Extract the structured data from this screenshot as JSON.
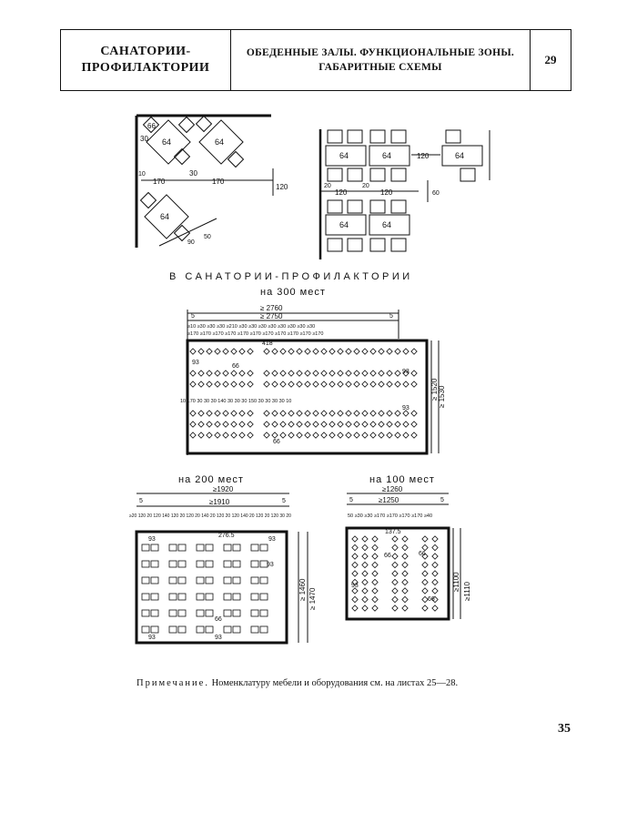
{
  "header": {
    "section_line1": "САНАТОРИИ-",
    "section_line2": "ПРОФИЛАКТОРИИ",
    "title_line1": "ОБЕДЕННЫЕ ЗАЛЫ. ФУНКЦИОНАЛЬНЫЕ ЗОНЫ.",
    "title_line2": "ГАБАРИТНЫЕ СХЕМЫ",
    "sheet_number": "29"
  },
  "diagrams": {
    "main_title": "В САНАТОРИИ-ПРОФИЛАКТОРИИ",
    "hall_300": "на 300 мест",
    "hall_200": "на 200 мест",
    "hall_100": "на 100 мест",
    "diag_labels": {
      "t66": "66",
      "t64": "64",
      "t30": "30",
      "t170": "170",
      "t120": "120",
      "t10": "10",
      "t90": "90",
      "t50": "50",
      "t20": "20",
      "t60": "60"
    },
    "dims_300": {
      "w_outer": "≥ 2760",
      "w_inner": "≥ 2750",
      "edge5": "5",
      "edge10": "10",
      "h_outer": "≥ 1530",
      "h_inner": "≥ 1520",
      "seat93": "93",
      "seat66": "66",
      "top_row": "≥10 ≥30 ≥30 ≥30 ≥210 ≥30 ≥30 ≥30 ≥30 ≥30 ≥30 ≥30 ≥30",
      "top_row2": "≥170 ≥170 ≥170 ≥170 ≥170 ≥170 ≥170 ≥170 ≥170 ≥170 ≥170",
      "mid": "418",
      "mid_row": "10 170 30 30 30 140 30 30 30 150 30 30 30 30 10"
    },
    "dims_200": {
      "w_outer": "≥1920",
      "w_inner": "≥1910",
      "edge5": "5",
      "h_outer": "≥ 1470",
      "h_inner": "≥ 1460",
      "seat93": "93",
      "seat66": "66",
      "top_row": "≥20 120 20 120 140 120 20 120 20 140 20 120 20 120 140 20 120 20 120 30 20",
      "mid": "276.5"
    },
    "dims_100": {
      "w_outer": "≥1260",
      "w_inner": "≥1250",
      "edge5": "5",
      "h_outer": "≥1110",
      "h_inner": "≥1100",
      "seat93": "93",
      "seat66": "66",
      "top_row": "50 ≥30 ≥30 ≥170 ≥170 ≥170 ≥170 ≥40",
      "mid": "137.5"
    }
  },
  "note": {
    "label": "Примечание.",
    "text": "Номенклатуру мебели и оборудования см. на листах 25—28."
  },
  "page_number": "35"
}
